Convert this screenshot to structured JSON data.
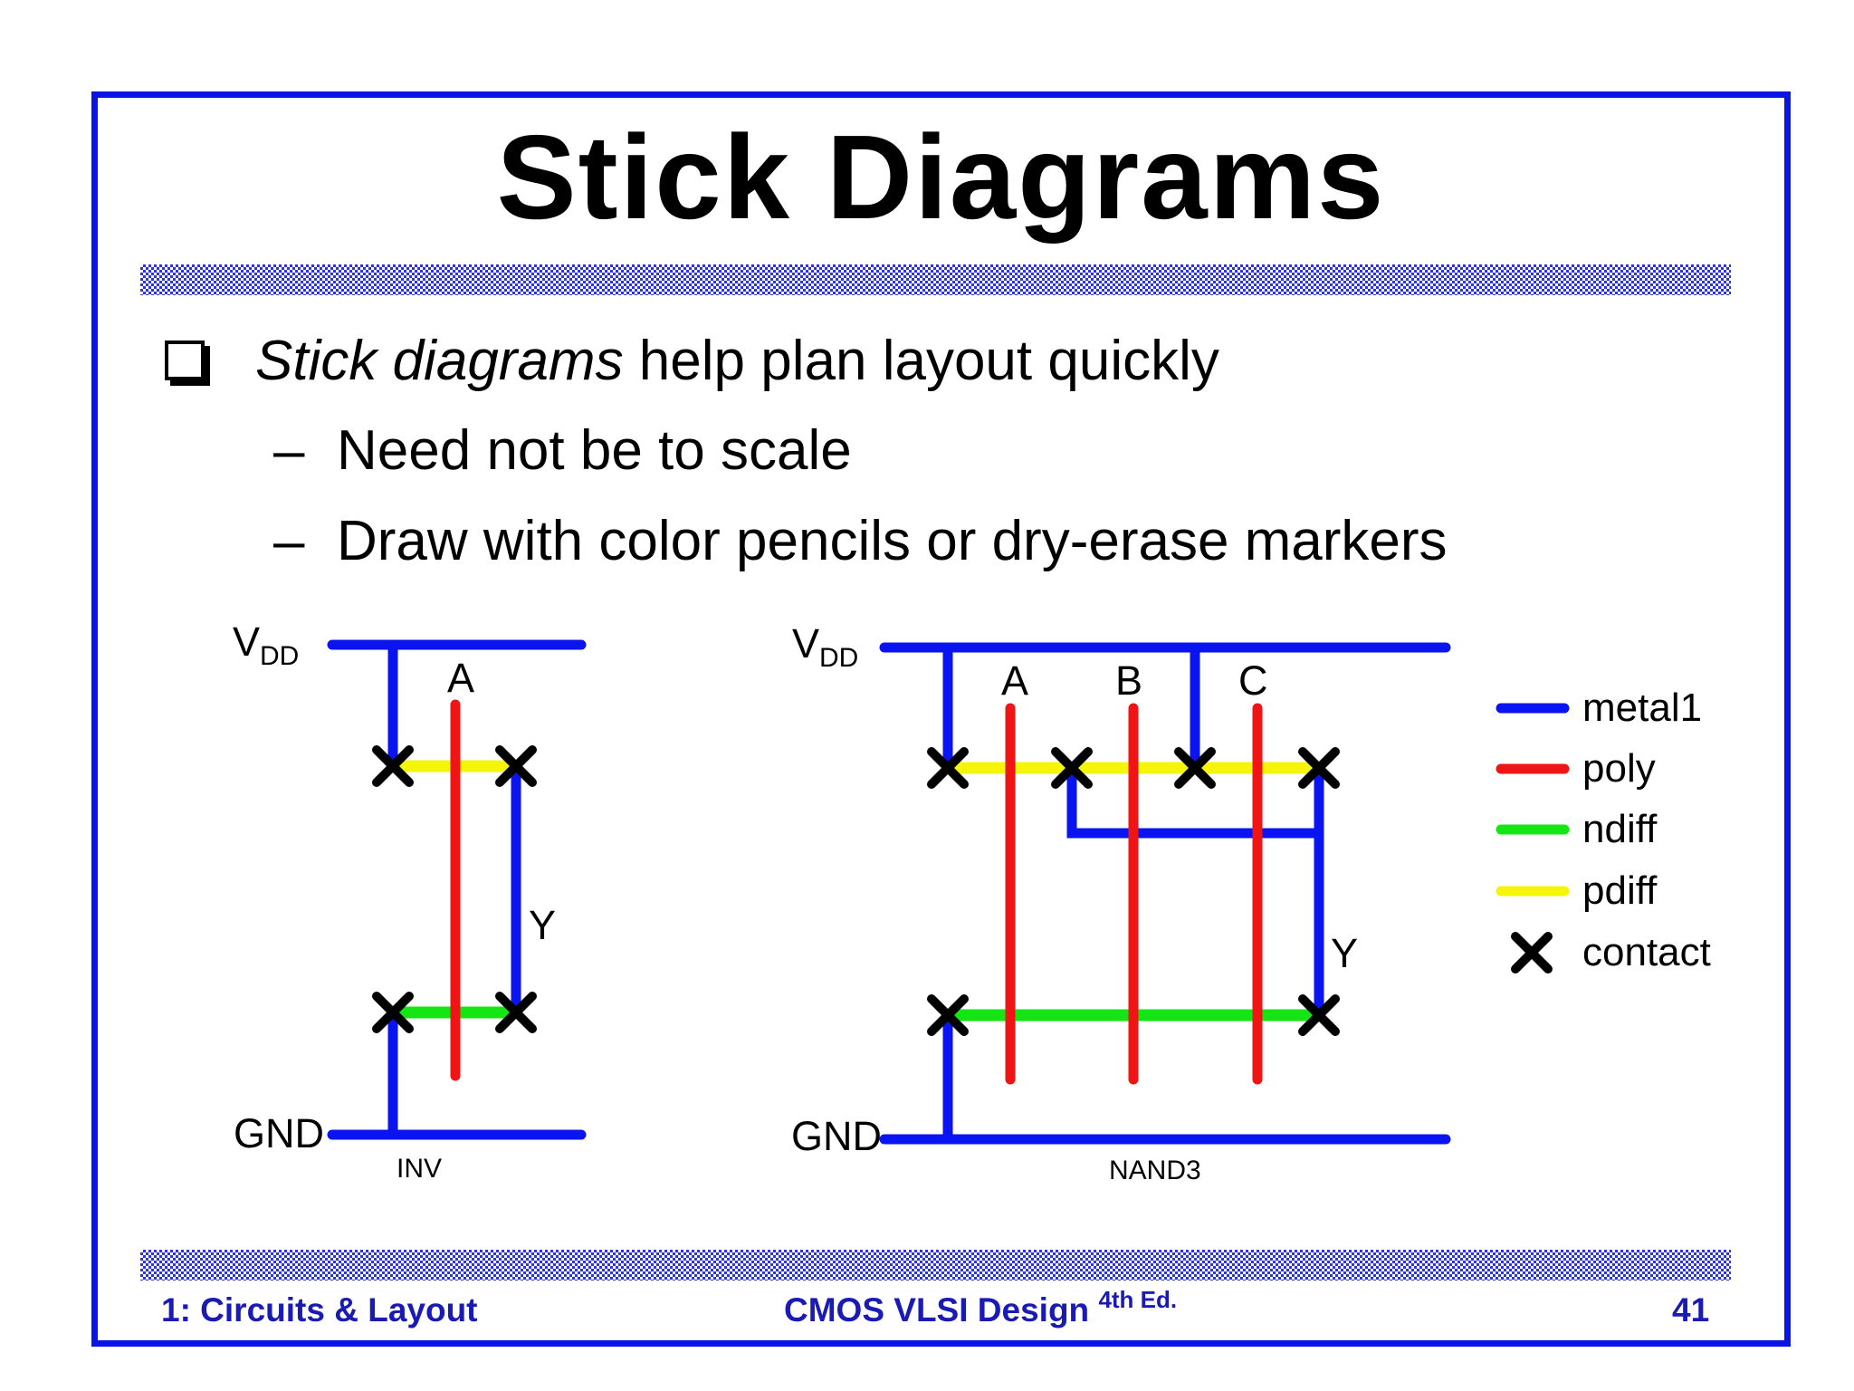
{
  "title": "Stick Diagrams",
  "bullets": {
    "main_italic": "Stick diagrams",
    "main_rest": " help plan layout quickly",
    "sub1_dash": "–",
    "sub1": "Need not be to scale",
    "sub2_dash": "–",
    "sub2": "Draw with color pencils or dry-erase markers"
  },
  "inv": {
    "vdd_main": "V",
    "vdd_sub": "DD",
    "gnd": "GND",
    "input": "A",
    "output": "Y",
    "caption": "INV"
  },
  "nand3": {
    "vdd_main": "V",
    "vdd_sub": "DD",
    "gnd": "GND",
    "input_a": "A",
    "input_b": "B",
    "input_c": "C",
    "output": "Y",
    "caption": "NAND3"
  },
  "legend": [
    {
      "label": "metal1",
      "color": "#0a14f0"
    },
    {
      "label": "poly",
      "color": "#f01414"
    },
    {
      "label": "ndiff",
      "color": "#14e614"
    },
    {
      "label": "pdiff",
      "color": "#f5f50a"
    },
    {
      "label": "contact",
      "color": "#000000"
    }
  ],
  "footer": {
    "left": "1: Circuits & Layout",
    "center": "CMOS VLSI Design",
    "center_sup": "4th Ed.",
    "page": "41"
  }
}
